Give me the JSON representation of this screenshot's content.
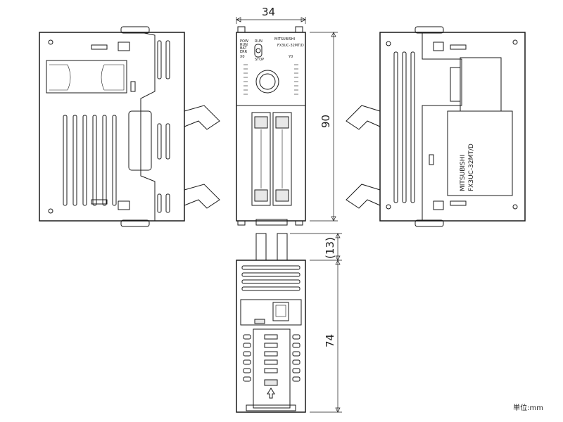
{
  "dimensions": {
    "width_label": "34",
    "height_label": "90",
    "depth_label": "74",
    "connector_label": "(13)"
  },
  "front_panel": {
    "brand": "MITSUBISHI",
    "model": "FX3UC-32MT/D",
    "leds": [
      "POW",
      "RUN",
      "BAT",
      "ERR"
    ],
    "switch_labels": [
      "RUN",
      "STOP"
    ],
    "input_marker": "X0",
    "output_marker": "Y0"
  },
  "side_label": {
    "brand": "MITSUBISHI",
    "model": "FX3UC-32MT/D"
  },
  "unit_note": "単位:mm"
}
